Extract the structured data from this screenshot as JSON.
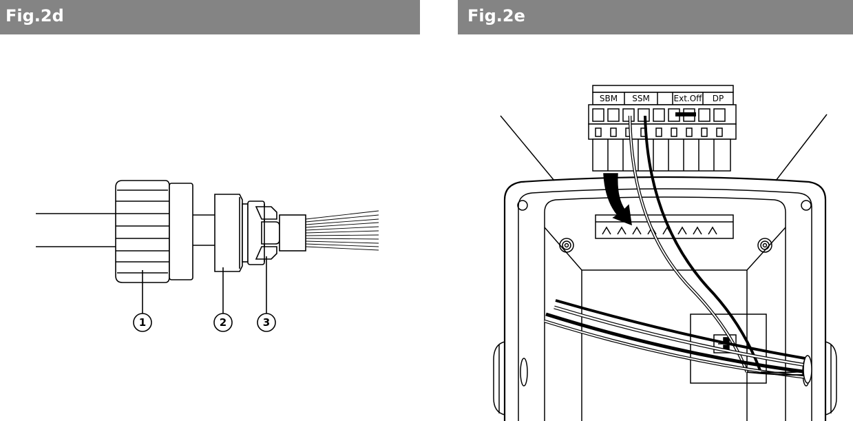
{
  "figures": [
    {
      "title": "Fig.2d",
      "callouts": [
        "1",
        "2",
        "3"
      ]
    },
    {
      "title": "Fig.2e",
      "terminal_labels": [
        "SBM",
        "SSM",
        "Ext.Off",
        "DP"
      ]
    }
  ],
  "colors": {
    "header_bg": "#848484",
    "header_text": "#ffffff",
    "line": "#000000"
  }
}
